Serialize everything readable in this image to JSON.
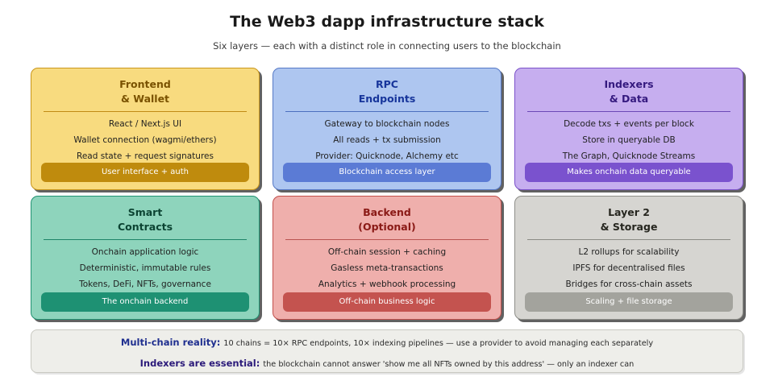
{
  "header": {
    "title": "The Web3 dapp infrastructure stack",
    "subtitle": "Six layers — each with a distinct role in connecting users to the blockchain"
  },
  "cards": [
    {
      "title": "Frontend\n& Wallet",
      "bullets": [
        "React / Next.js UI",
        "Wallet connection (wagmi/ethers)",
        "Read state + request signatures"
      ],
      "tag": "User interface + auth",
      "colors": {
        "bg": "#F8DB7F",
        "border": "#C9961B",
        "title": "#7A5200",
        "rule": "#C08A14",
        "tag_bg": "#BF8B0D",
        "tag_text": "#FFFFFF"
      }
    },
    {
      "title": "RPC\nEndpoints",
      "bullets": [
        "Gateway to blockchain nodes",
        "All reads + tx submission",
        "Provider: Quicknode, Alchemy etc"
      ],
      "tag": "Blockchain access layer",
      "colors": {
        "bg": "#AEC6F0",
        "border": "#5679C6",
        "title": "#17359B",
        "rule": "#4C6FBE",
        "tag_bg": "#5B7BD5",
        "tag_text": "#FFFFFF"
      }
    },
    {
      "title": "Indexers\n& Data",
      "bullets": [
        "Decode txs + events per block",
        "Store in queryable DB",
        "The Graph, Quicknode Streams"
      ],
      "tag": "Makes onchain data queryable",
      "colors": {
        "bg": "#C6AEEF",
        "border": "#7B52C9",
        "title": "#351A7F",
        "rule": "#6B48B6",
        "tag_bg": "#7A52CE",
        "tag_text": "#FFFFFF"
      }
    },
    {
      "title": "Smart\nContracts",
      "bullets": [
        "Onchain application logic",
        "Deterministic, immutable rules",
        "Tokens, DeFi, NFTs, governance"
      ],
      "tag": "The onchain backend",
      "colors": {
        "bg": "#8ED4BC",
        "border": "#219272",
        "title": "#0C4433",
        "rule": "#1E8468",
        "tag_bg": "#1E9173",
        "tag_text": "#FFFFFF"
      }
    },
    {
      "title": "Backend\n(Optional)",
      "bullets": [
        "Off-chain session + caching",
        "Gasless meta-transactions",
        "Analytics + webhook processing"
      ],
      "tag": "Off-chain business logic",
      "colors": {
        "bg": "#EFAFAC",
        "border": "#C2504C",
        "title": "#8A1A16",
        "rule": "#BA5350",
        "tag_bg": "#C4534F",
        "tag_text": "#FFFFFF"
      }
    },
    {
      "title": "Layer 2\n& Storage",
      "bullets": [
        "L2 rollups for scalability",
        "IPFS for decentralised files",
        "Bridges for cross-chain assets"
      ],
      "tag": "Scaling + file storage",
      "colors": {
        "bg": "#D6D5D1",
        "border": "#8E8E89",
        "title": "#26261F",
        "rule": "#8B8B85",
        "tag_bg": "#A3A39D",
        "tag_text": "#FFFFFF"
      }
    }
  ],
  "notes": [
    {
      "label": "Multi-chain reality:",
      "text": "10 chains = 10× RPC endpoints, 10× indexing pipelines — use a provider to avoid managing each separately",
      "label_color": "#1F2F8F"
    },
    {
      "label": "Indexers are essential:",
      "text": "the blockchain cannot answer 'show me all NFTs owned by this address' — only an indexer can",
      "label_color": "#2B1A7A"
    }
  ]
}
